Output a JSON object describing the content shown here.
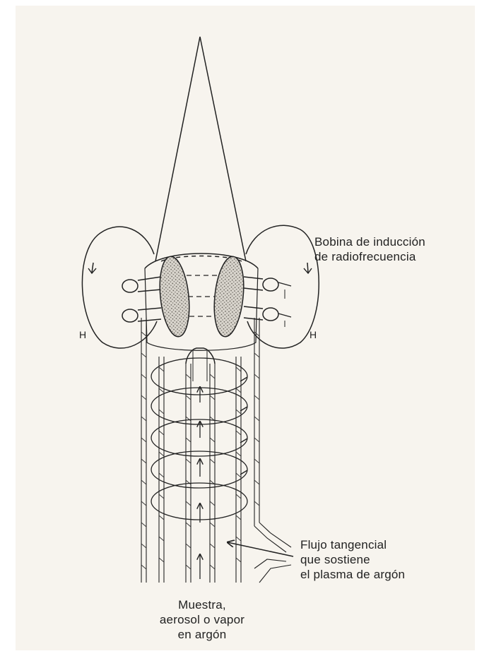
{
  "labels": {
    "coil": [
      "Bobina de inducción",
      "de radiofrecuencia"
    ],
    "flow": [
      "Flujo tangencial",
      "que sostiene",
      "el plasma de argón"
    ],
    "sample": [
      "Muestra,",
      "aerosol o vapor",
      "en argón"
    ],
    "field_left": "H",
    "field_right": "H"
  },
  "colors": {
    "paper": "#f7f4ee",
    "ink": "#222222",
    "stipple": "#b8b4ac"
  }
}
